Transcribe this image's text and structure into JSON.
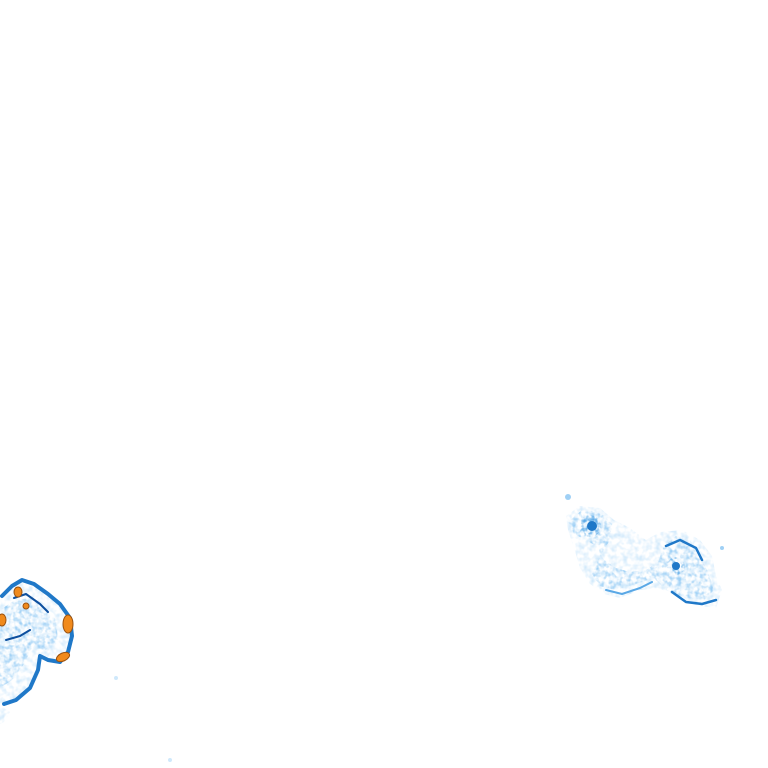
{
  "map": {
    "layer": "precipitation-radar-tile",
    "background_color": "#ffffff",
    "palette": {
      "very_light": "#cfe8fb",
      "light": "#9fd0f5",
      "medium": "#5aa8e6",
      "strong": "#1f78c8",
      "heavy": "#0d4f9e",
      "extreme": "#f08a1c",
      "extreme_edge": "#9a5210"
    },
    "cells": [
      {
        "name": "storm-cell-southwest",
        "intensity": "extreme"
      },
      {
        "name": "storm-cell-east",
        "intensity": "medium"
      }
    ],
    "specks": [
      {
        "name": "speck-1",
        "intensity": "very_light"
      },
      {
        "name": "speck-2",
        "intensity": "very_light"
      }
    ]
  }
}
